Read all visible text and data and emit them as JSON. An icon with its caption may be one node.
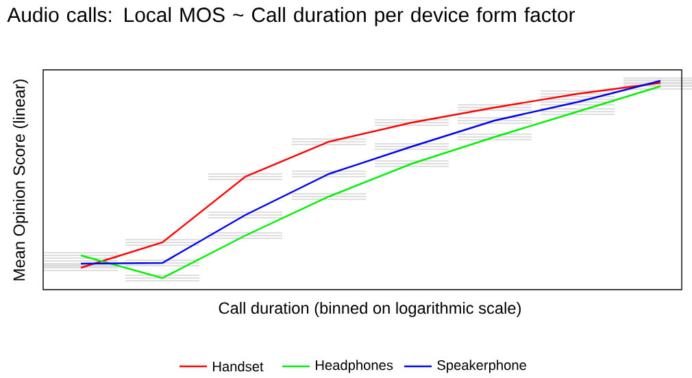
{
  "diagram": {
    "title": "Audio calls: Local MOS ~ Call duration per device form factor",
    "labels": [
      "Mean Opinion Score (linear)",
      "Call duration (binned on logarithmic scale)"
    ],
    "legend": [
      {
        "text": "Handset"
      },
      {
        "text": "Headphones"
      },
      {
        "text": "Speakerphone"
      }
    ]
  }
}
